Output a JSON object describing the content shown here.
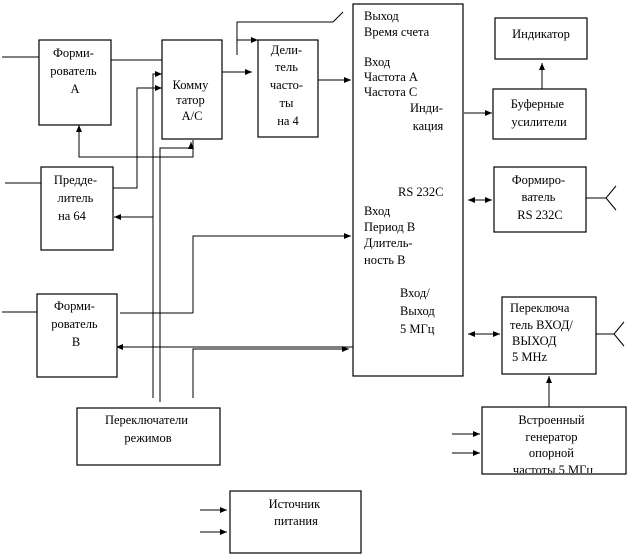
{
  "blocks": {
    "shaper_a": [
      "Форми-",
      "рователь",
      "А"
    ],
    "prescaler": [
      "Предде-",
      "литель",
      "на  64"
    ],
    "shaper_b": [
      "Форми-",
      "рователь",
      "В"
    ],
    "commutator": [
      "Комму",
      "татор",
      "А/С"
    ],
    "divider": [
      "Дели-",
      "тель",
      "часто-",
      "ты",
      "на 4"
    ],
    "mode_switches": [
      "Переключатели",
      "режимов"
    ],
    "power_supply": [
      "Источник",
      "питания"
    ],
    "indicator": [
      "Индикатор"
    ],
    "buffer_amps": [
      "Буферные",
      "усилители"
    ],
    "rs232_shaper": [
      "Формиро-",
      "ватель",
      "RS 232C"
    ],
    "io_switch": [
      "Переключа",
      "тель ВХОД/",
      "ВЫХОД",
      "5 MHz"
    ],
    "ref_generator": [
      "Встроенный",
      "генератор",
      "опорной",
      "частоты 5 МГц"
    ]
  },
  "mcu": {
    "out_time": [
      "Выход",
      "Время счета"
    ],
    "in_freq": [
      "Вход",
      "Частота А",
      "Частота С"
    ],
    "display": [
      "Инди-",
      "кация"
    ],
    "rs232": "RS 232C",
    "in_period": [
      "Вход",
      "Период В",
      "Длитель-",
      "ность В"
    ],
    "io_5mhz": [
      "Вход/",
      "Выход",
      "5 МГц"
    ]
  }
}
